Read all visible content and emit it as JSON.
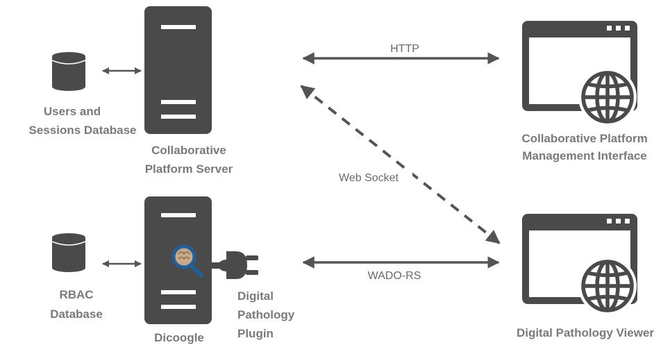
{
  "colors": {
    "dark": "#4a4a4a",
    "label": "#7a7a7a",
    "edge": "#555555",
    "magnifier": "#1f5f9a",
    "brain": "#c9a98a"
  },
  "nodes": {
    "users_db": {
      "icon": "database-icon",
      "line1": "Users and",
      "line2": "Sessions Database"
    },
    "collab_server": {
      "icon": "server-icon",
      "line1": "Collaborative",
      "line2": "Platform Server"
    },
    "rbac_db": {
      "icon": "database-icon",
      "line1": "RBAC",
      "line2": "Database"
    },
    "dicoogle": {
      "icon": "server-icon",
      "line1": "Dicoogle"
    },
    "plugin": {
      "icon": "plug-icon",
      "line1": "Digital",
      "line2": "Pathology",
      "line3": "Plugin"
    },
    "mgmt_interface": {
      "icon": "browser-globe-icon",
      "line1": "Collaborative Platform",
      "line2": "Management Interface"
    },
    "viewer": {
      "icon": "browser-globe-icon",
      "line1": "Digital Pathology Viewer"
    }
  },
  "edges": {
    "http": {
      "label": "HTTP",
      "style": "solid"
    },
    "websocket": {
      "label": "Web Socket",
      "style": "dashed"
    },
    "wado": {
      "label": "WADO-RS",
      "style": "solid"
    }
  }
}
